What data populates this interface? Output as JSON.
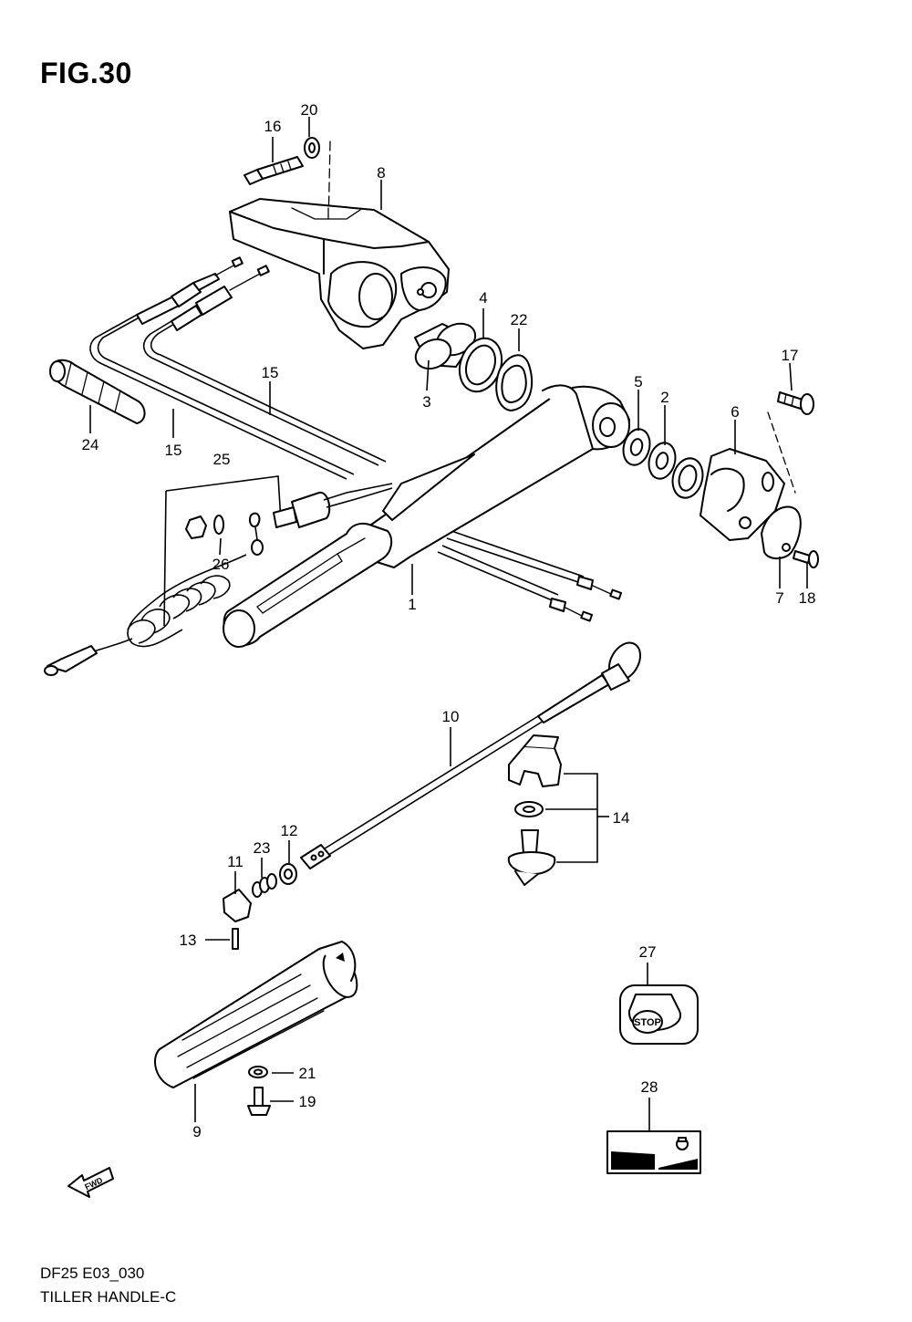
{
  "figure": {
    "title": "FIG.30"
  },
  "footer": {
    "code": "DF25 E03_030",
    "name": "TILLER HANDLE-C"
  },
  "labels": {
    "p1": "1",
    "p2": "2",
    "p3": "3",
    "p4": "4",
    "p5": "5",
    "p6": "6",
    "p7": "7",
    "p8": "8",
    "p9": "9",
    "p10": "10",
    "p11": "11",
    "p12": "12",
    "p13": "13",
    "p14": "14",
    "p15a": "15",
    "p15b": "15",
    "p16": "16",
    "p17": "17",
    "p18": "18",
    "p19": "19",
    "p20": "20",
    "p21": "21",
    "p22": "22",
    "p23": "23",
    "p24": "24",
    "p25": "25",
    "p26": "26",
    "p27": "27",
    "p28": "28"
  },
  "stop_label": {
    "text": "STOP"
  },
  "fwd_arrow": {
    "text": "FWD"
  }
}
